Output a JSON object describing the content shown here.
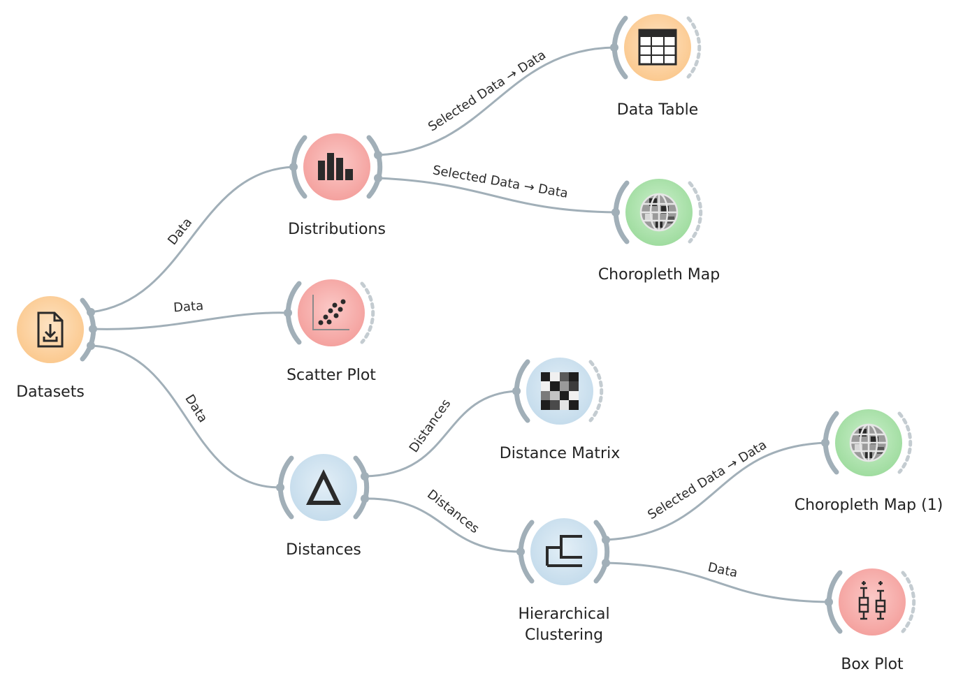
{
  "workflow": {
    "nodes": {
      "datasets": {
        "label": "Datasets",
        "icon": "file-download-icon",
        "color": "#fbcf99"
      },
      "distributions": {
        "label": "Distributions",
        "icon": "bar-chart-icon",
        "color": "#f6a7a4"
      },
      "scatter_plot": {
        "label": "Scatter Plot",
        "icon": "scatter-icon",
        "color": "#f6a7a4"
      },
      "data_table": {
        "label": "Data Table",
        "icon": "table-icon",
        "color": "#fbcf99"
      },
      "choropleth_map": {
        "label": "Choropleth Map",
        "icon": "globe-icon",
        "color": "#a6e3a6"
      },
      "distance_matrix": {
        "label": "Distance Matrix",
        "icon": "matrix-icon",
        "color": "#cde2ef"
      },
      "distances": {
        "label": "Distances",
        "icon": "delta-icon",
        "color": "#cde2ef"
      },
      "hierarchical_clustering": {
        "label_line1": "Hierarchical",
        "label_line2": "Clustering",
        "icon": "dendrogram-icon",
        "color": "#cde2ef"
      },
      "choropleth_map_1": {
        "label": "Choropleth Map (1)",
        "icon": "globe-icon",
        "color": "#a6e3a6"
      },
      "box_plot": {
        "label": "Box Plot",
        "icon": "boxplot-icon",
        "color": "#f6a7a4"
      }
    },
    "links": {
      "datasets_distributions": "Data",
      "datasets_scatter": "Data",
      "datasets_distances": "Data",
      "distributions_table": "Selected Data → Data",
      "distributions_map": "Selected Data → Data",
      "distances_matrix": "Distances",
      "distances_clustering": "Distances",
      "clustering_map": "Selected Data → Data",
      "clustering_boxplot": "Data"
    },
    "colors": {
      "link": "#a1afb8",
      "orange": "#fbcf99",
      "red": "#f6a7a4",
      "green": "#a6e3a6",
      "blue": "#cde2ef"
    }
  }
}
